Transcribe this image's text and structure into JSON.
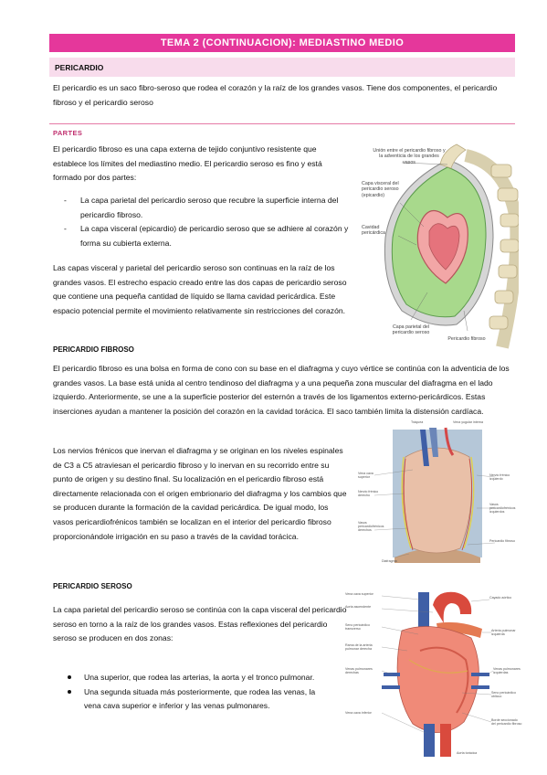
{
  "header": {
    "title": "TEMA 2 (CONTINUACION): MEDIASTINO MEDIO",
    "section": "PERICARDIO"
  },
  "intro": "El pericardio es un saco fibro-seroso que rodea el corazón y la raíz de los grandes vasos. Tiene dos componentes, el pericardio fibroso y el pericardio seroso",
  "partes": {
    "heading": "PARTES",
    "p1": "El pericardio fibroso es una capa externa de tejido conjuntivo resistente que establece los límites del mediastino medio. El pericardio seroso es fino y está formado por dos partes:",
    "items": [
      "La capa parietal del pericardio seroso que recubre la superficie interna del pericardio fibroso.",
      "La capa visceral (epicardio) de pericardio seroso que se adhiere al corazón y forma su cubierta externa."
    ],
    "p2": "Las capas visceral y parietal del pericardio seroso son continuas en la raíz de los grandes vasos. El estrecho espacio creado entre las dos capas de pericardio seroso que contiene una pequeña cantidad de líquido se llama cavidad pericárdica. Este espacio potencial permite el movimiento relativamente sin restricciones del corazón."
  },
  "fibroso": {
    "heading": "PERICARDIO FIBROSO",
    "p1": "El pericardio fibroso es una bolsa en forma de cono con su base en el diafragma y cuyo vértice se continúa con la adventicia de los grandes vasos. La base está unida al centro tendinoso del diafragma y a una pequeña zona muscular del diafragma en el lado izquierdo. Anteriormente, se une a la superficie posterior del esternón a través de los ligamentos externo-pericárdicos. Estas inserciones ayudan a mantener la posición del corazón en la cavidad torácica. El saco también limita la distensión cardíaca.",
    "p2": "Los nervios frénicos que inervan el diafragma y se originan en los niveles espinales de C3 a C5 atraviesan el pericardio fibroso y lo inervan en su recorrido entre su punto de origen y su destino final. Su localización en el pericardio fibroso está directamente relacionada con el origen embrionario del diafragma y los cambios que se producen durante la formación de la cavidad pericárdica. De igual modo, los vasos pericardiofrénicos también se localizan en el interior del pericardio fibroso proporcionándole irrigación en su paso a través de la cavidad torácica."
  },
  "seroso": {
    "heading": "PERICARDIO SEROSO",
    "p1": "La capa parietal del pericardio seroso se continúa con la capa visceral del pericardio seroso en torno a la raíz de los grandes vasos. Estas reflexiones del pericardio seroso se producen en dos zonas:",
    "items": [
      "Una superior, que rodea las arterias, la aorta y el tronco pulmonar.",
      "Una segunda situada más posteriormente, que rodea las venas, la vena cava superior e inferior y las venas pulmonares."
    ]
  },
  "figure1": {
    "labels": {
      "top": "Unión entre el pericardio fibroso y la adventicia de los grandes vasos",
      "visceral": "Capa visceral del pericardio seroso (epicardio)",
      "cavidad": "Cavidad pericárdica",
      "parietal": "Capa parietal del pericardio seroso",
      "fibroso": "Pericardio fibroso"
    }
  },
  "figure2": {
    "labels": {
      "l1": "Vena cava superior",
      "l2": "Nervio frénico derecho",
      "l3": "Vasos pericardiofrénicos derechos",
      "l4": "Diafragma",
      "r1": "Tráquea",
      "r2": "Vena yugular interna",
      "r3": "Nervio frénico izquierdo",
      "r4": "Vasos pericardiofrénicos izquierdos",
      "r5": "Pericardio fibroso"
    }
  },
  "figure3": {
    "labels": {
      "l1": "Vena cava superior",
      "l2": "Aorta ascendente",
      "l3": "Seno pericárdico transverso",
      "l4": "Rama de la arteria pulmonar derecha",
      "l5": "Venas pulmonares derechas",
      "l6": "Vena cava inferior",
      "r1": "Cayado aórtico",
      "r2": "Arteria pulmonar izquierda",
      "r3": "Venas pulmonares izquierdas",
      "r4": "Seno pericárdico oblicuo",
      "r5": "Borde seccionado del pericardio fibroso",
      "b1": "Aorta torácica"
    }
  },
  "colors": {
    "accent": "#e5379b",
    "accent_light": "#f8dcec",
    "heading_pink": "#c0306f"
  }
}
